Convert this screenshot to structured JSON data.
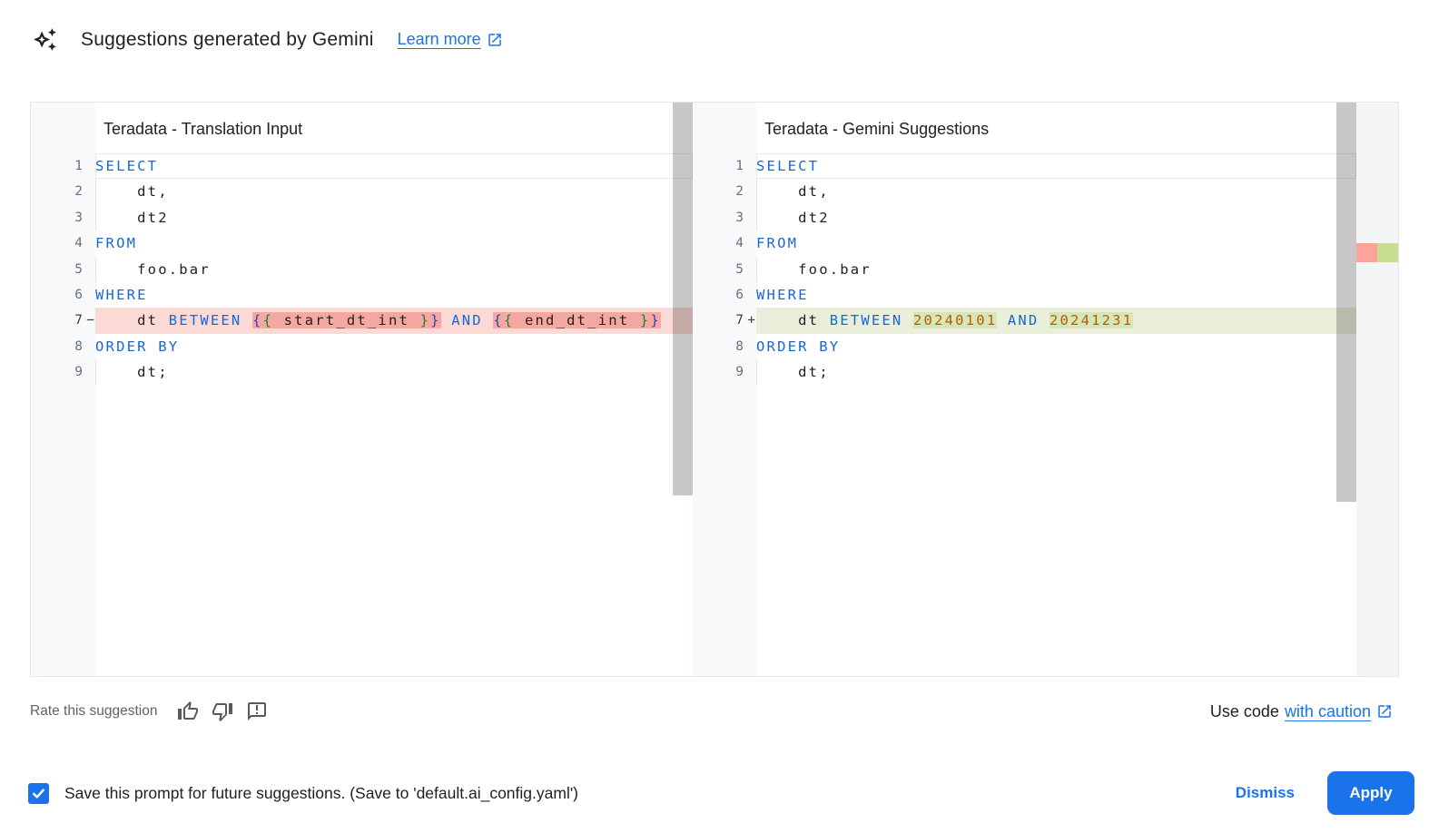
{
  "header": {
    "title": "Suggestions generated by Gemini",
    "learn_more": "Learn more"
  },
  "editors": {
    "left": {
      "title": "Teradata - Translation Input",
      "lines": [
        {
          "n": "1",
          "current": true,
          "tokens": [
            {
              "c": "kw",
              "t": "SELECT"
            }
          ]
        },
        {
          "n": "2",
          "guide": true,
          "tokens": [
            {
              "c": "pl",
              "t": "    dt,"
            }
          ]
        },
        {
          "n": "3",
          "guide": true,
          "tokens": [
            {
              "c": "pl",
              "t": "    dt2"
            }
          ]
        },
        {
          "n": "4",
          "tokens": [
            {
              "c": "kw",
              "t": "FROM"
            }
          ]
        },
        {
          "n": "5",
          "guide": true,
          "tokens": [
            {
              "c": "pl",
              "t": "    foo.bar"
            }
          ]
        },
        {
          "n": "6",
          "tokens": [
            {
              "c": "kw",
              "t": "WHERE"
            }
          ]
        },
        {
          "n": "7",
          "mark": "−",
          "diff": "removed",
          "tokens": [
            {
              "c": "pl",
              "t": "    dt "
            },
            {
              "c": "kw",
              "t": "BETWEEN"
            },
            {
              "c": "pl",
              "t": " "
            },
            {
              "c": "bb",
              "t": "{",
              "hl": true
            },
            {
              "c": "gb",
              "t": "{",
              "hl": true
            },
            {
              "c": "pl",
              "t": " start_dt_int ",
              "hl": true
            },
            {
              "c": "gb",
              "t": "}",
              "hl": true
            },
            {
              "c": "bb",
              "t": "}",
              "hl": true
            },
            {
              "c": "pl",
              "t": " "
            },
            {
              "c": "kw",
              "t": "AND"
            },
            {
              "c": "pl",
              "t": " "
            },
            {
              "c": "bb",
              "t": "{",
              "hl": true
            },
            {
              "c": "gb",
              "t": "{",
              "hl": true
            },
            {
              "c": "pl",
              "t": " end_dt_int ",
              "hl": true
            },
            {
              "c": "gb",
              "t": "}",
              "hl": true
            },
            {
              "c": "bb",
              "t": "}",
              "hl": true
            }
          ]
        },
        {
          "n": "8",
          "tokens": [
            {
              "c": "kw",
              "t": "ORDER BY"
            }
          ]
        },
        {
          "n": "9",
          "guide": true,
          "tokens": [
            {
              "c": "pl",
              "t": "    dt;"
            }
          ]
        }
      ]
    },
    "right": {
      "title": "Teradata - Gemini Suggestions",
      "lines": [
        {
          "n": "1",
          "current": true,
          "tokens": [
            {
              "c": "kw",
              "t": "SELECT"
            }
          ]
        },
        {
          "n": "2",
          "guide": true,
          "tokens": [
            {
              "c": "pl",
              "t": "    dt,"
            }
          ]
        },
        {
          "n": "3",
          "guide": true,
          "tokens": [
            {
              "c": "pl",
              "t": "    dt2"
            }
          ]
        },
        {
          "n": "4",
          "tokens": [
            {
              "c": "kw",
              "t": "FROM"
            }
          ]
        },
        {
          "n": "5",
          "guide": true,
          "tokens": [
            {
              "c": "pl",
              "t": "    foo.bar"
            }
          ]
        },
        {
          "n": "6",
          "tokens": [
            {
              "c": "kw",
              "t": "WHERE"
            }
          ]
        },
        {
          "n": "7",
          "mark": "+",
          "diff": "added",
          "tokens": [
            {
              "c": "pl",
              "t": "    dt "
            },
            {
              "c": "kw",
              "t": "BETWEEN"
            },
            {
              "c": "pl",
              "t": " "
            },
            {
              "c": "num",
              "t": "20240101",
              "hl": true
            },
            {
              "c": "pl",
              "t": " "
            },
            {
              "c": "kw",
              "t": "AND"
            },
            {
              "c": "pl",
              "t": " "
            },
            {
              "c": "num",
              "t": "20241231",
              "hl": true
            }
          ]
        },
        {
          "n": "8",
          "tokens": [
            {
              "c": "kw",
              "t": "ORDER BY"
            }
          ]
        },
        {
          "n": "9",
          "guide": true,
          "tokens": [
            {
              "c": "pl",
              "t": "    dt;"
            }
          ]
        }
      ]
    }
  },
  "rate": {
    "label": "Rate this suggestion"
  },
  "use_code": {
    "prefix": "Use code",
    "link": "with caution"
  },
  "footer": {
    "checkbox_label": "Save this prompt for future suggestions. (Save to 'default.ai_config.yaml')",
    "checkbox_checked": true,
    "dismiss": "Dismiss",
    "apply": "Apply"
  },
  "colors": {
    "accent": "#1a73e8",
    "text": "#202124",
    "muted": "#5f6368",
    "kw": "#1967d2",
    "num": "#b06000",
    "brace_blue": "#2b43c8",
    "brace_green": "#188038",
    "removed_line": "#fbd9d4",
    "removed_word": "#f5a89f",
    "added_line": "#e9efdb",
    "added_word": "#d8e5ba"
  }
}
